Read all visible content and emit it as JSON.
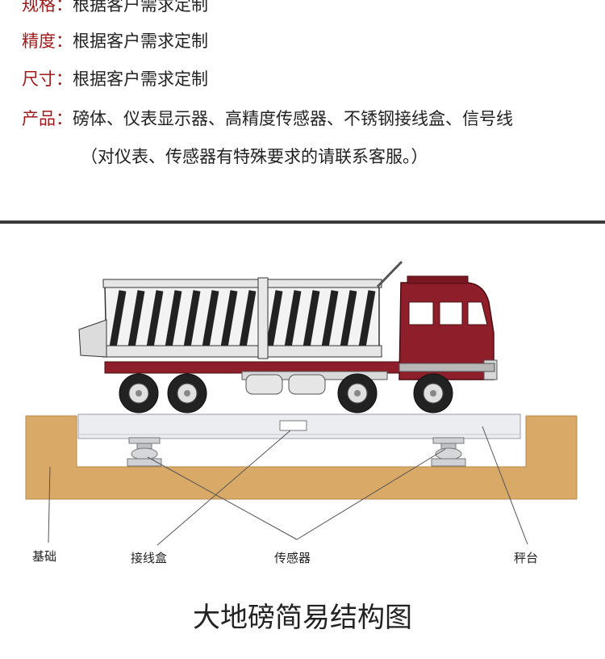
{
  "specs": [
    {
      "key": "规格：",
      "value": "根据客户需求定制"
    },
    {
      "key": "精度：",
      "value": "根据客户需求定制"
    },
    {
      "key": "尺寸：",
      "value": "根据客户需求定制"
    },
    {
      "key": "产品：",
      "value": "磅体、仪表显示器、高精度传感器、不锈钢接线盒、信号线"
    }
  ],
  "note": "（对仪表、传感器有特殊要求的请联系客服。）",
  "diagram": {
    "labels": {
      "foundation": "基础",
      "junction_box": "接线盒",
      "sensor": "传感器",
      "platform": "秤台"
    },
    "colors": {
      "foundation": "#d9a967",
      "platform": "#ecedf0",
      "truck_cab": "#8e1f2a",
      "truck_body_stripes": "#222222"
    }
  },
  "caption": "大地磅简易结构图"
}
